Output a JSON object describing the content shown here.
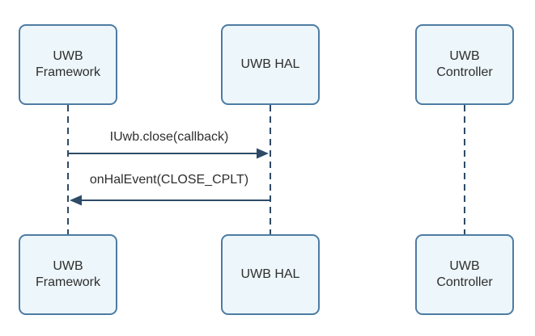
{
  "diagram": {
    "kind": "sequence-diagram",
    "actors": [
      {
        "id": "uwb-framework",
        "name": "UWB Framework",
        "lines": [
          "UWB",
          "Framework"
        ]
      },
      {
        "id": "uwb-hal",
        "name": "UWB HAL",
        "lines": [
          "UWB HAL"
        ]
      },
      {
        "id": "uwb-controller",
        "name": "UWB Controller",
        "lines": [
          "UWB",
          "Controller"
        ]
      }
    ],
    "messages": [
      {
        "label": "IUwb.close(callback)",
        "from": "UWB Framework",
        "to": "UWB HAL",
        "direction": "right"
      },
      {
        "label": "onHalEvent(CLOSE_CPLT)",
        "from": "UWB HAL",
        "to": "UWB Framework",
        "direction": "left"
      }
    ],
    "colors": {
      "bg": "#ffffff",
      "box_fill": "#edf6fa",
      "box_border": "#4d7ca3",
      "line": "#2d4b66",
      "text": "#2e2e2e"
    }
  }
}
